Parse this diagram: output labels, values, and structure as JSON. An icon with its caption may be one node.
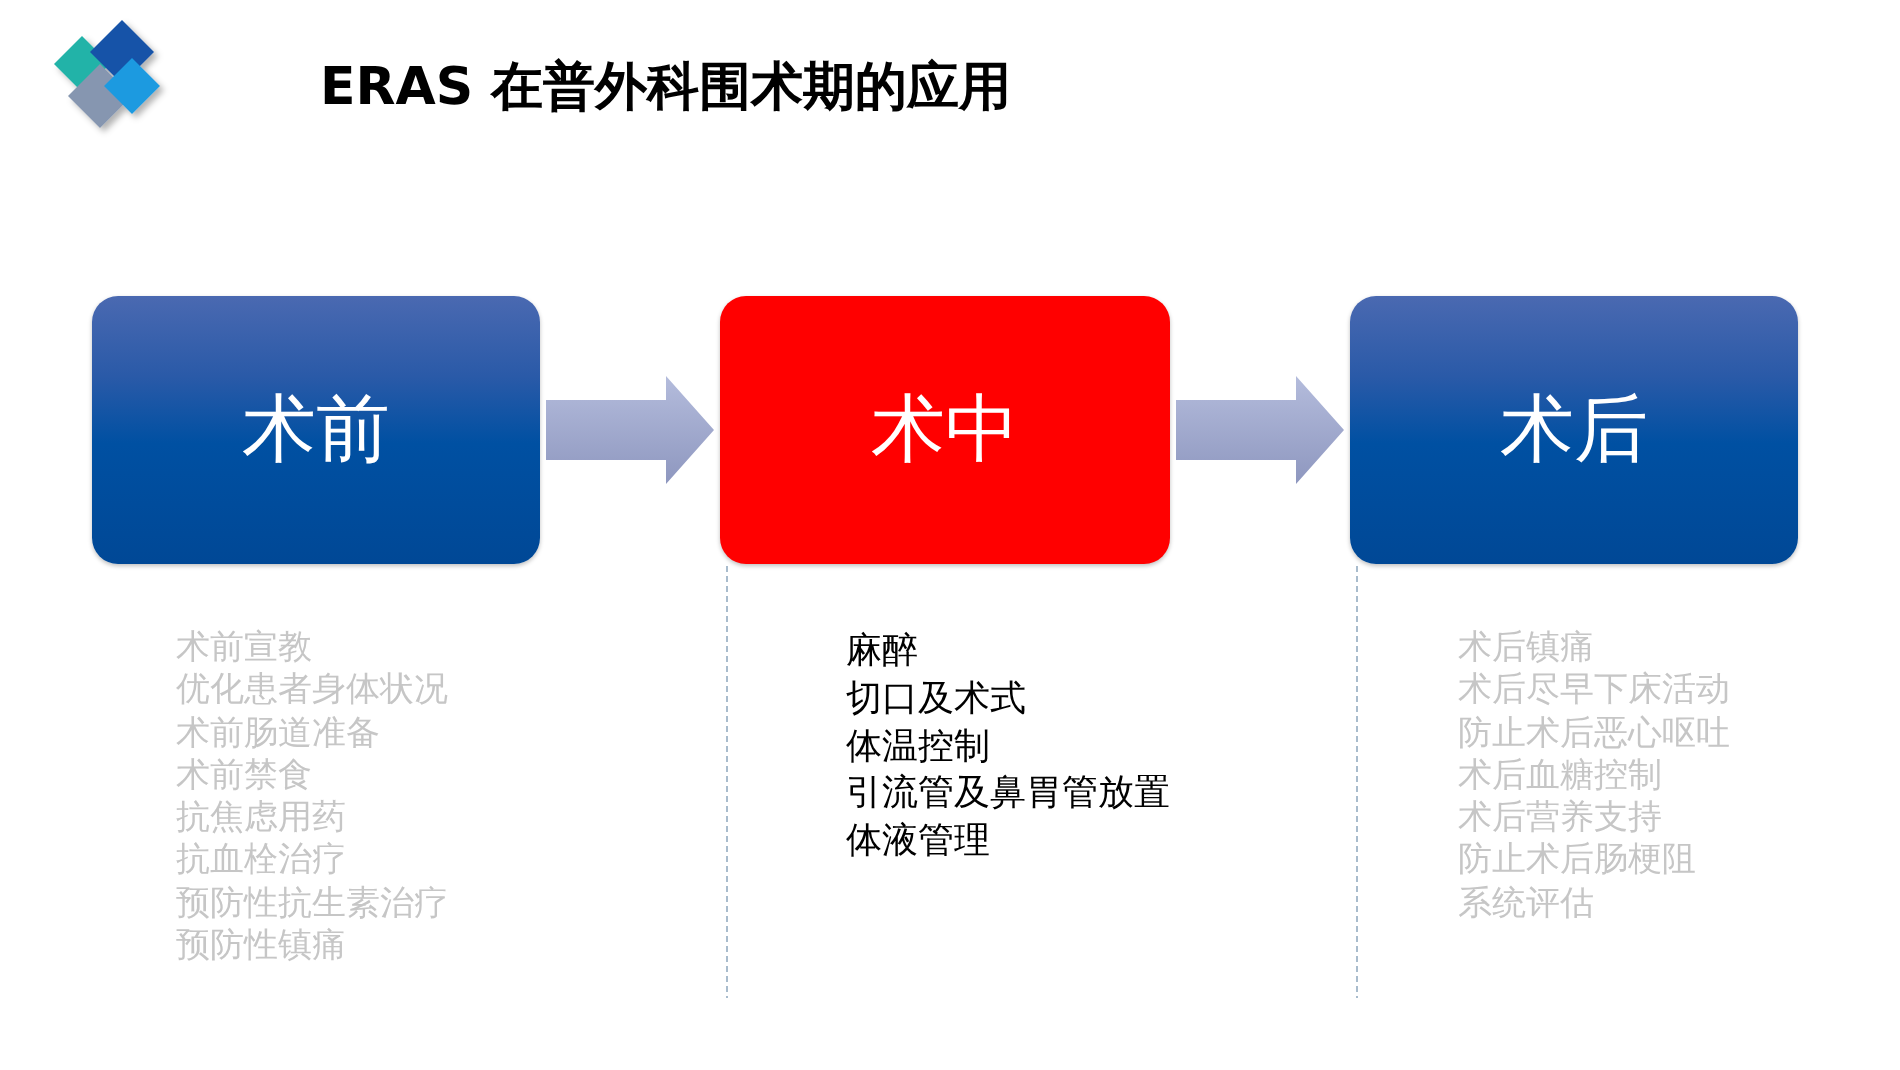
{
  "diagram": {
    "title": "ERAS 在普外科围术期的应用",
    "nodes": [
      {
        "text": [
          "术前"
        ],
        "beside": [
          "术前宣教",
          "优化患者身体状况",
          "术前肠道准备",
          "术前禁食",
          "抗焦虑用药",
          "抗血栓治疗",
          "预防性抗生素治疗",
          "预防性镇痛"
        ]
      },
      {
        "text": [
          "术中"
        ],
        "beside": [
          "麻醉",
          "切口及术式",
          "体温控制",
          "引流管及鼻胃管放置",
          "体液管理"
        ]
      },
      {
        "text": [
          "术后"
        ],
        "beside": [
          "术后镇痛",
          "术后尽早下床活动",
          "防止术后恶心呕吐",
          "术后血糖控制",
          "术后营养支持",
          "防止术后肠梗阻",
          "系统评估"
        ]
      }
    ],
    "edges": [
      {
        "from": 0,
        "to": 1,
        "arrow": "to"
      },
      {
        "from": 1,
        "to": 2,
        "arrow": "to"
      }
    ]
  }
}
